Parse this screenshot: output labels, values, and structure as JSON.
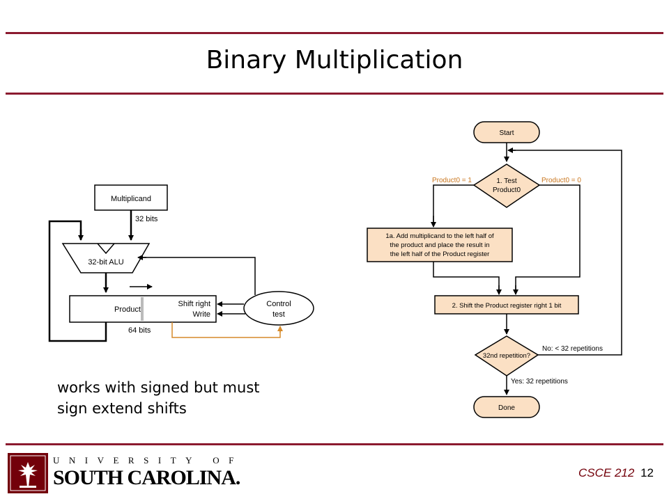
{
  "slide": {
    "title": "Binary Multiplication",
    "note_lines": [
      "works with signed but must",
      "sign extend shifts"
    ]
  },
  "hardware": {
    "multiplicand": "Multiplicand",
    "bits32": "32 bits",
    "alu": "32-bit ALU",
    "product": "Product",
    "shift_right": "Shift right",
    "write": "Write",
    "bits64": "64 bits",
    "control_line1": "Control",
    "control_line2": "test"
  },
  "flowchart": {
    "start": "Start",
    "test_line1": "1. Test",
    "test_line2": "Product0",
    "product0_eq1": "Product0 = 1",
    "product0_eq0": "Product0 = 0",
    "step1a_lines": [
      "1a. Add multiplicand to the left half of",
      "the product and place the result in",
      "the left half of the Product register"
    ],
    "step2": "2. Shift the Product register right 1 bit",
    "rep_test": "32nd repetition?",
    "no_label": "No:  < 32 repetitions",
    "yes_label": "Yes:  32 repetitions",
    "done": "Done"
  },
  "footer": {
    "university_line": "UNIVERSITY OF",
    "south_carolina": "SOUTH CAROLINA.",
    "course": "CSCE 212",
    "page": "12"
  },
  "colors": {
    "accent_rule": "#8b1a2f",
    "garnet": "#73000a",
    "flow_fill": "#fbe0c4",
    "orange_line": "#d68a2a",
    "orange_text": "#c9761e"
  }
}
